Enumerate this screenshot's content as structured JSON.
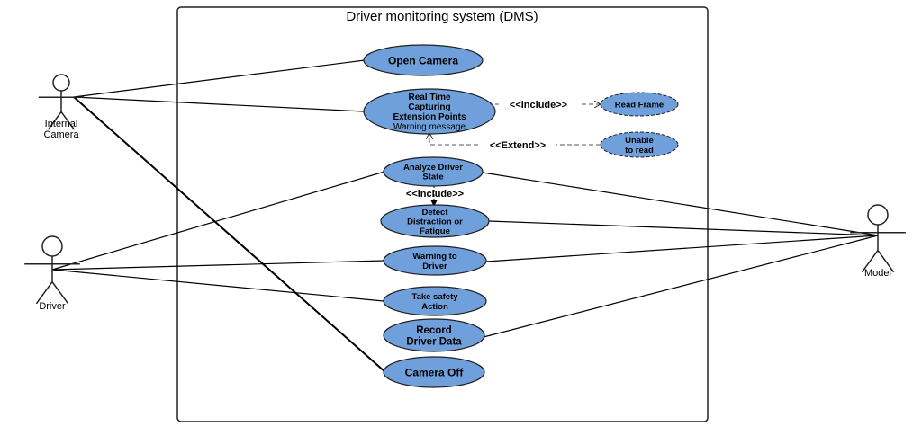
{
  "system": {
    "title": "Driver monitoring system (DMS)"
  },
  "actors": {
    "internal_camera": [
      "Internal",
      "Camera"
    ],
    "driver": [
      "Driver"
    ],
    "model": [
      "Model"
    ]
  },
  "use_cases": {
    "open_camera": [
      "Open Camera"
    ],
    "real_time_capturing": [
      "Real Time",
      "Capturing",
      "Extension Points",
      "Warning message"
    ],
    "read_frame": [
      "Read Frame"
    ],
    "unable_to_read": [
      "Unable",
      "to read"
    ],
    "analyze_driver_state": [
      "Analyze Driver",
      "State"
    ],
    "detect_distraction": [
      "Detect",
      "Distraction or",
      "Fatigue"
    ],
    "warning_to_driver": [
      "Warning to",
      "Driver"
    ],
    "take_safety_action": [
      "Take safety",
      "Action"
    ],
    "record_driver_data": [
      "Record",
      "Driver Data"
    ],
    "camera_off": [
      "Camera Off"
    ]
  },
  "relationships": {
    "include_read_frame": "<<include>>",
    "extend_unable": "<<Extend>>",
    "include_detect": "<<include>>"
  },
  "colors": {
    "use_case_fill": "#6fa0dc",
    "use_case_stroke": "#1f1f1f",
    "line": "#000000",
    "dashed": "#555555"
  }
}
